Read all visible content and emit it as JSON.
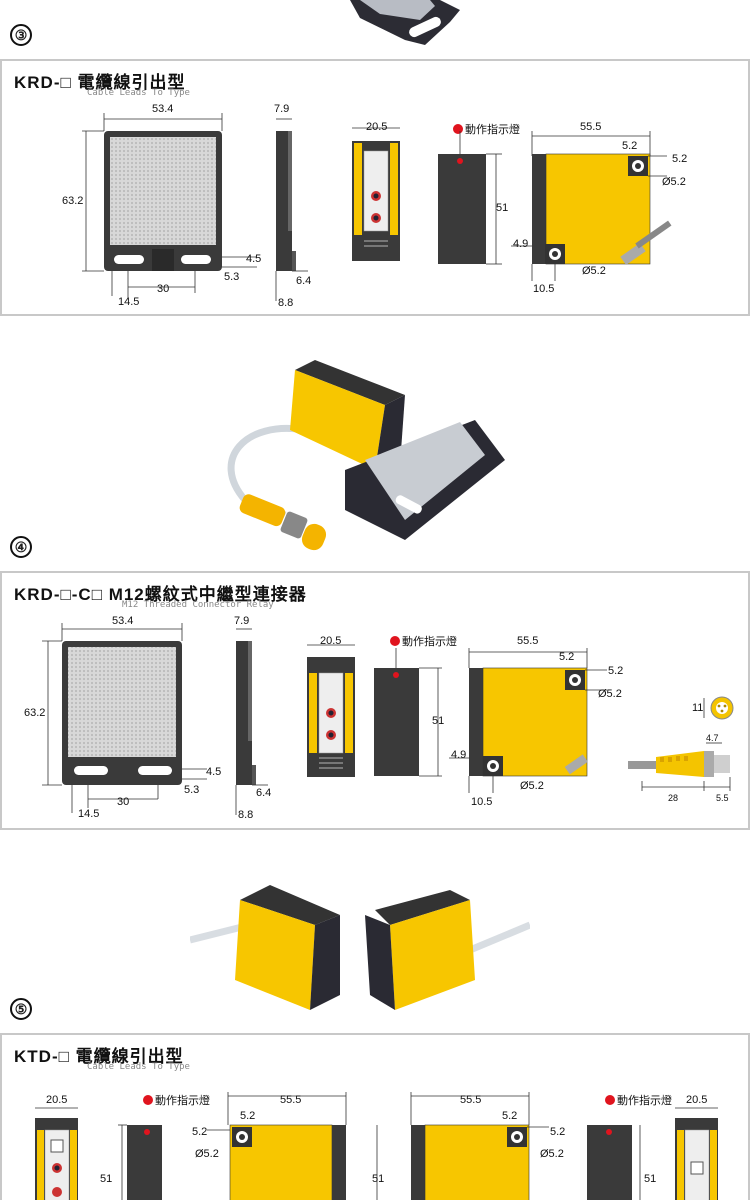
{
  "sections": [
    {
      "number": "③",
      "title": "KRD-□ 電纜線引出型",
      "subtitle": "Cable Leads To Type"
    },
    {
      "number": "④",
      "title": "KRD-□-C□ M12螺紋式中繼型連接器",
      "subtitle": "M12 Threaded Connector Relay"
    },
    {
      "number": "⑤",
      "title": "KTD-□ 電纜線引出型",
      "subtitle": "Cable Leads To Type"
    }
  ],
  "indicator_label": "動作指示燈",
  "dims_krd": {
    "reflector_width": "53.4",
    "reflector_height": "63.2",
    "slot_offset": "4.5",
    "slot_gap": "5.3",
    "slot_spacing": "30",
    "slot_left": "14.5",
    "side_thickness": "7.9",
    "side_bottom": "6.4",
    "side_base": "8.8",
    "front_width": "20.5",
    "body_height": "51",
    "body_length": "55.5",
    "hole_offset_a": "5.2",
    "hole_offset_b": "5.2",
    "hole_dia_top": "Ø5.2",
    "bottom_offset": "4.9",
    "bottom_left": "10.5",
    "hole_dia_bottom": "Ø5.2"
  },
  "dims_connector": {
    "pin_label": "11",
    "conn_dia": "4.7",
    "conn_length": "28",
    "conn_tip": "5.5"
  },
  "colors": {
    "yellow": "#f7c600",
    "body_dark": "#3a3a3a",
    "led": "#e0141e",
    "border": "#c8c8c8"
  }
}
